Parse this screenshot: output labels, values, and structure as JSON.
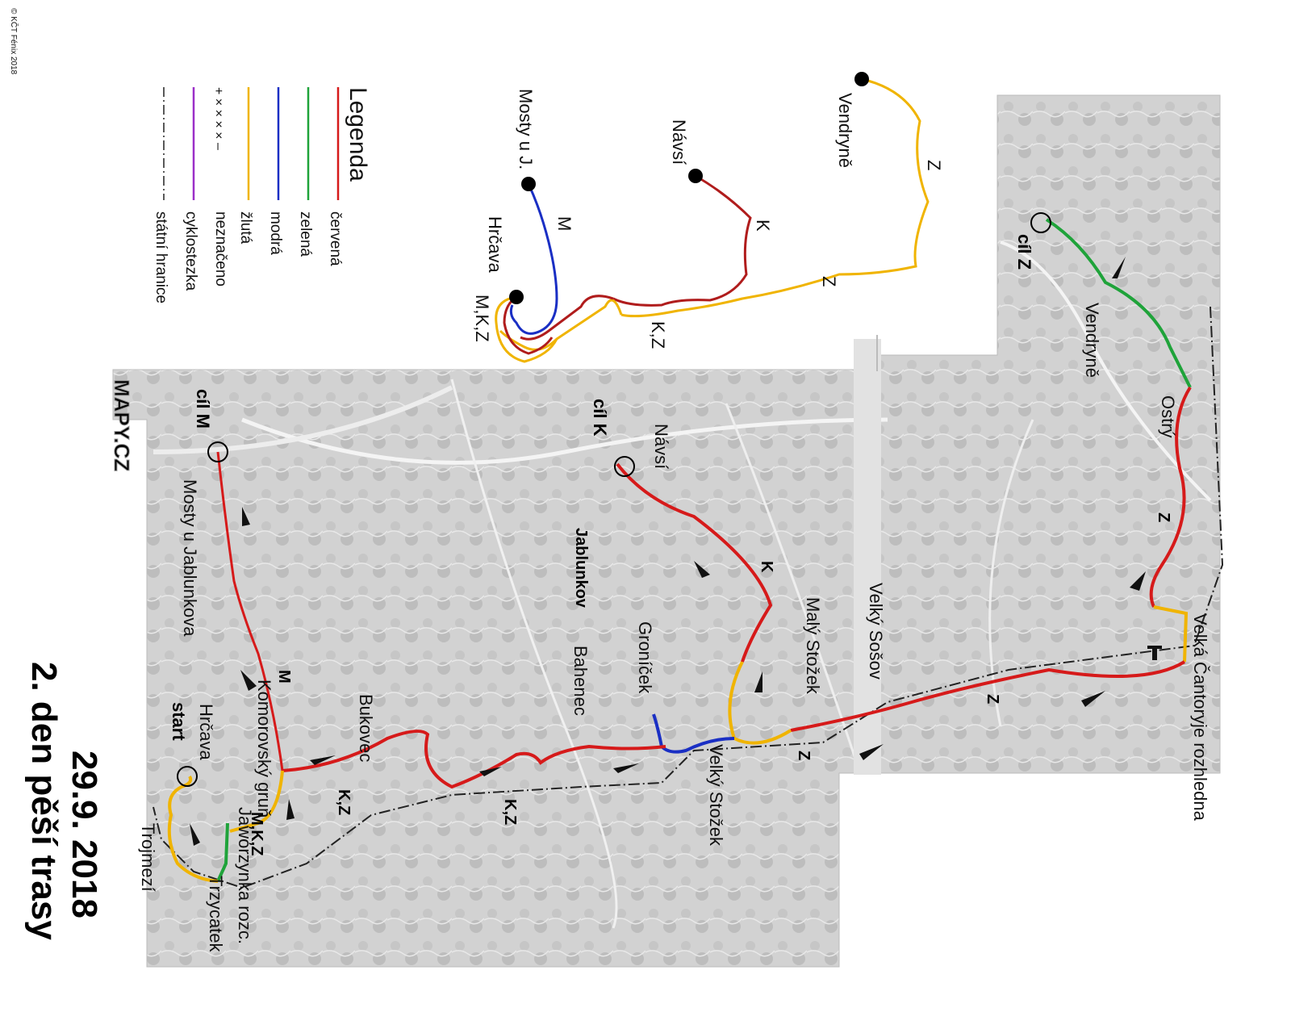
{
  "copyright": "© KČT Fénix 2018",
  "title": {
    "date": "29.9. 2018",
    "subtitle": "2. den pěší trasy"
  },
  "legend": {
    "heading": "Legenda",
    "items": [
      {
        "label": "červená",
        "color": "#d61a1a",
        "style": "solid"
      },
      {
        "label": "zelená",
        "color": "#1fa33a",
        "style": "solid"
      },
      {
        "label": "modrá",
        "color": "#1a2fc4",
        "style": "solid"
      },
      {
        "label": "žlutá",
        "color": "#f0b400",
        "style": "solid"
      },
      {
        "label": "neznačeno",
        "color": "#444444",
        "style": "cross"
      },
      {
        "label": "cyklostezka",
        "color": "#9b2fc8",
        "style": "solid"
      },
      {
        "label": "státní hranice",
        "color": "#222222",
        "style": "dashdot"
      }
    ]
  },
  "profile": {
    "points": [
      "Vendryně",
      "Návsí",
      "Mosty u J.",
      "Hrčava"
    ],
    "route_labels": [
      "Z",
      "K",
      "M",
      "Z",
      "K,Z",
      "M,K,Z"
    ]
  },
  "map": {
    "places": [
      "cíl Z",
      "Vendryně",
      "Ostrý",
      "Velká Čantoryje rozhledna",
      "Velký Sošov",
      "Malý Stožek",
      "Návsí",
      "cíl K",
      "Jablunkov",
      "Groníček",
      "Bahenec",
      "Velký Stožek",
      "Bukovec",
      "Komorovský gruň",
      "cíl M",
      "Mosty u Jablunkova",
      "Hrčava",
      "start",
      "Trojmezí",
      "Jaworzynka rozc.",
      "Trzycatek"
    ],
    "route_letters": [
      "Z",
      "Z",
      "Z",
      "K",
      "M",
      "K,Z",
      "K,Z",
      "M,K,Z"
    ],
    "start_label": "start",
    "mapy_logo": "MAPY.CZ"
  }
}
